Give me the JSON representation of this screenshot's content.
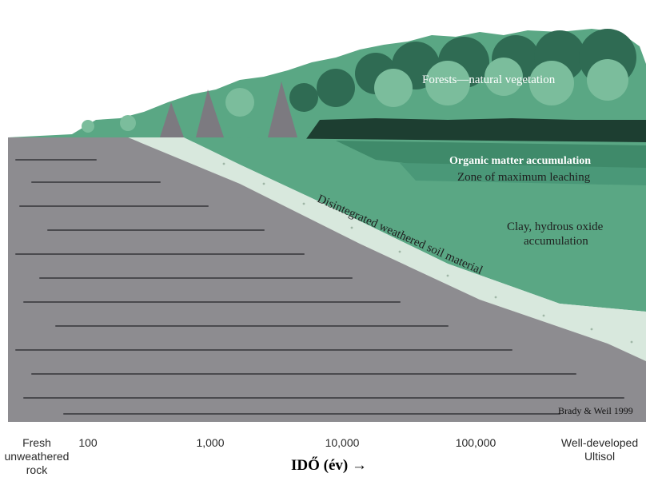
{
  "labels": {
    "forest": "Forests—natural vegetation",
    "organic": "Organic matter accumulation",
    "leaching": "Zone of maximum leaching",
    "clay_1": "Clay, hydrous oxide",
    "clay_2": "accumulation",
    "disintegrated": "Disintegrated weathered soil material",
    "credit": "Brady & Weil 1999"
  },
  "axis": {
    "left_1": "Fresh",
    "left_2": "unweathered",
    "left_3": "rock",
    "t100": "100",
    "t1000": "1,000",
    "t10000": "10,000",
    "t100000": "100,000",
    "right_1": "Well-developed",
    "right_2": "Ultisol",
    "title": "IDŐ (év) →"
  },
  "colors": {
    "rock": "#8d8c90",
    "rock_line": "#4a4a4e",
    "weathered": "#d8e8dd",
    "green_light": "#9fd0b6",
    "green_mid": "#5aa784",
    "green_dark": "#2f6b53",
    "dark_band": "#1d3e31"
  }
}
